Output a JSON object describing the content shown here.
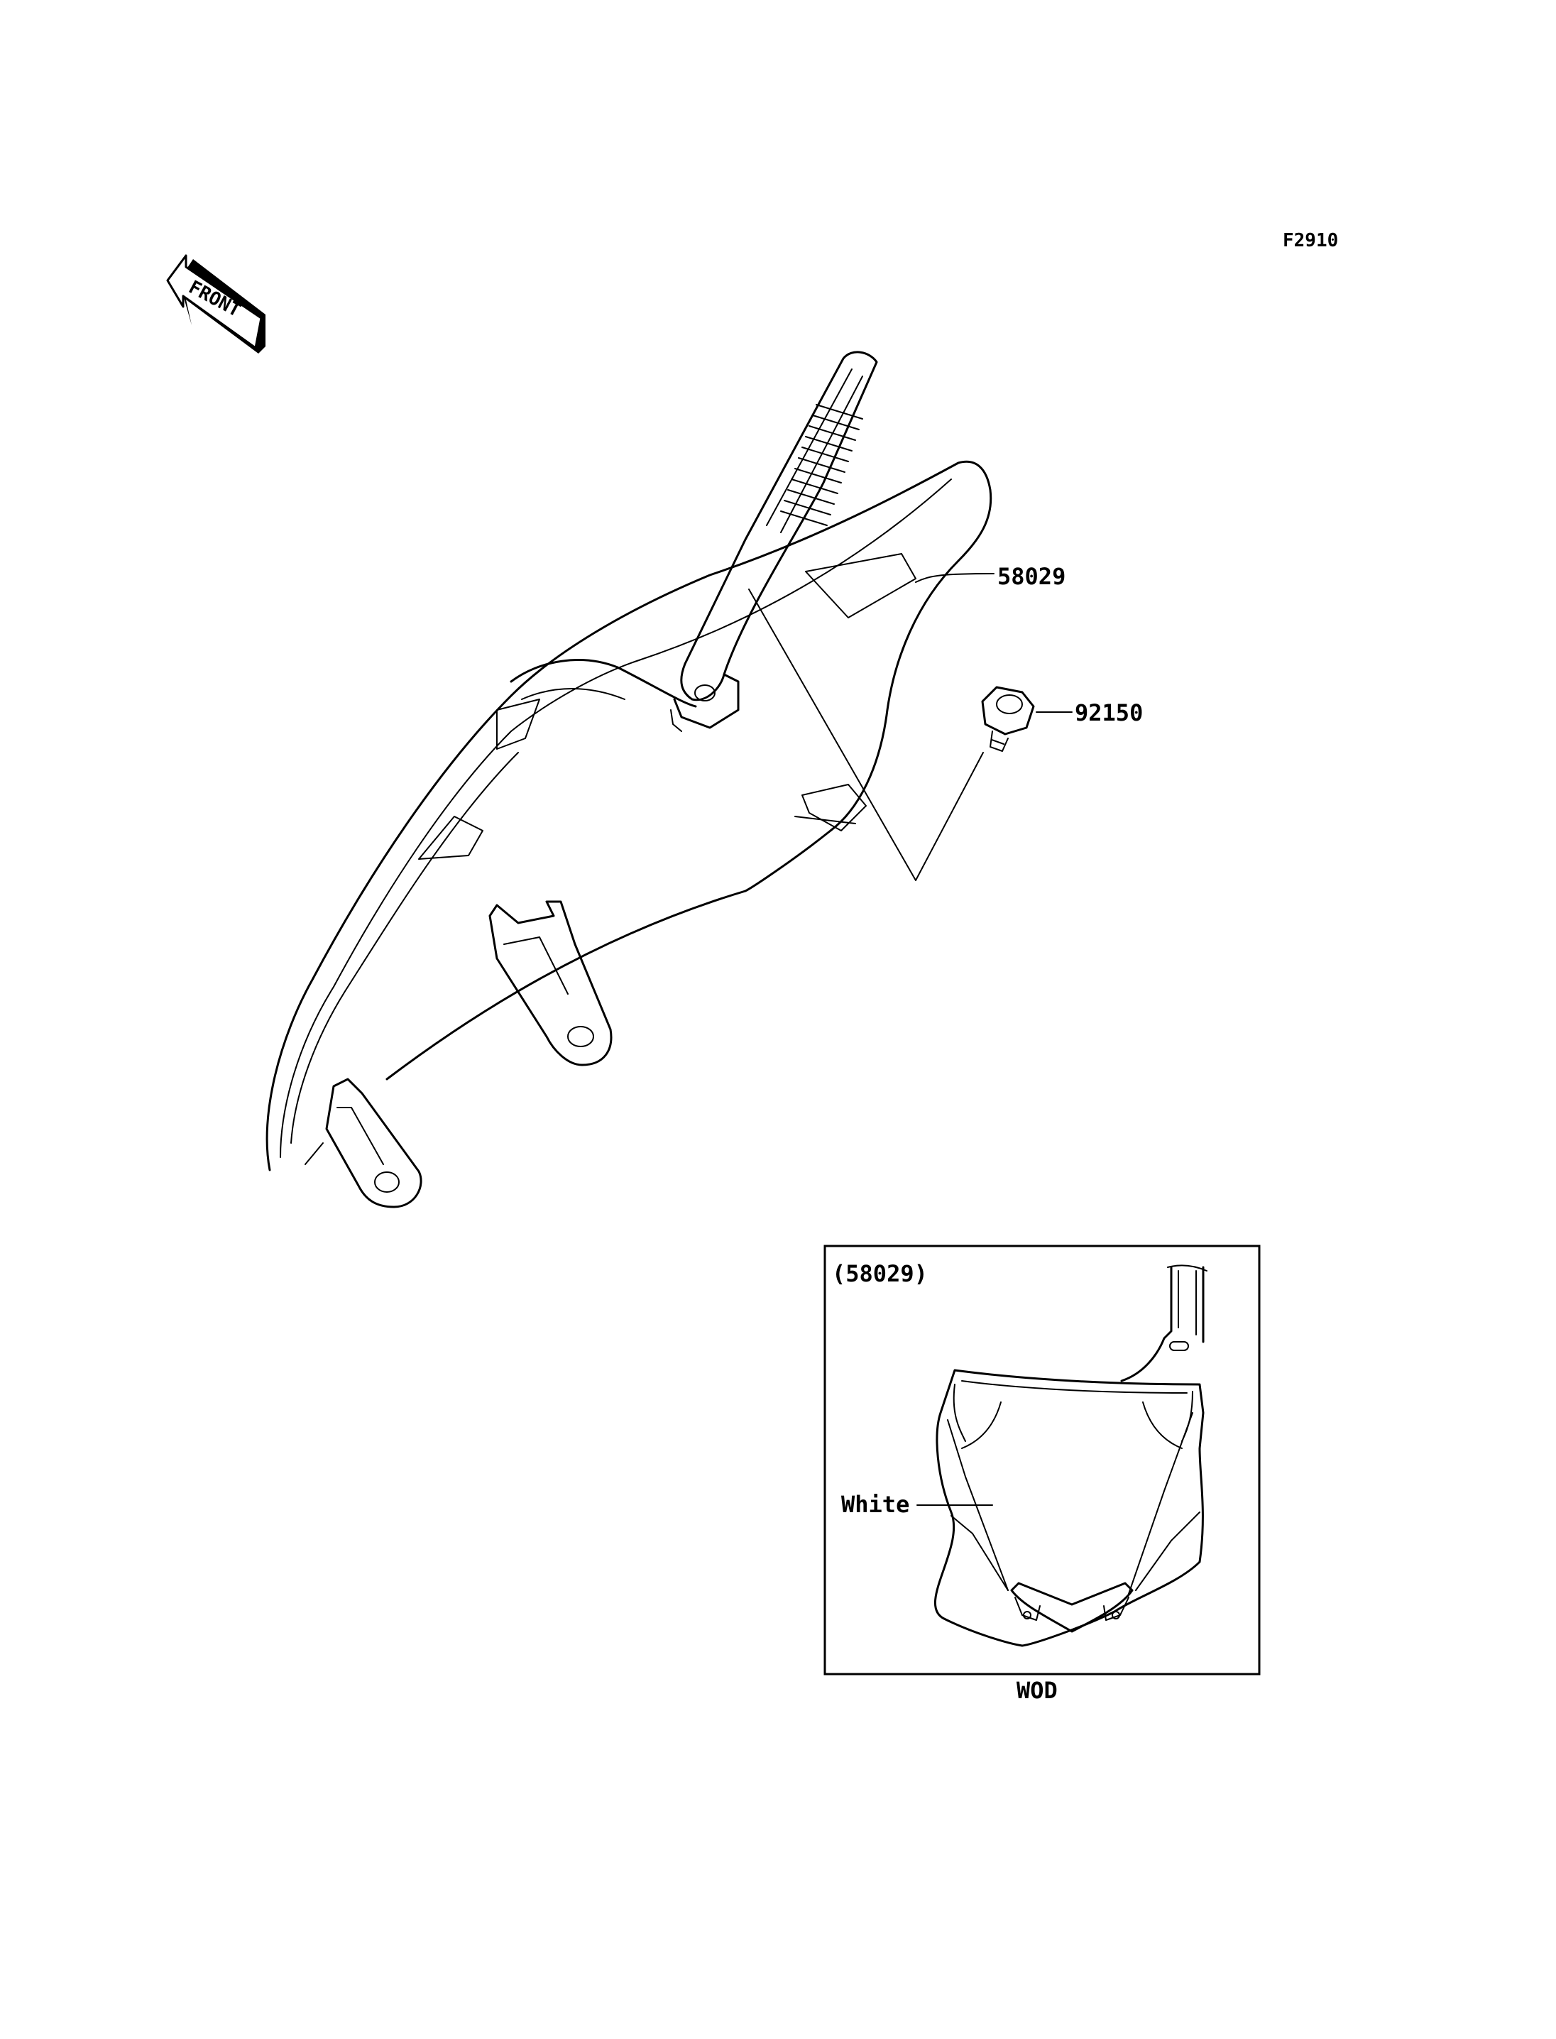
{
  "figure_code": "F2910",
  "front_arrow_label": "FRONT",
  "callouts": {
    "number_plate": "58029",
    "bolt": "92150"
  },
  "inset": {
    "title": "(58029)",
    "color_label": "White",
    "caption": "WOD"
  }
}
